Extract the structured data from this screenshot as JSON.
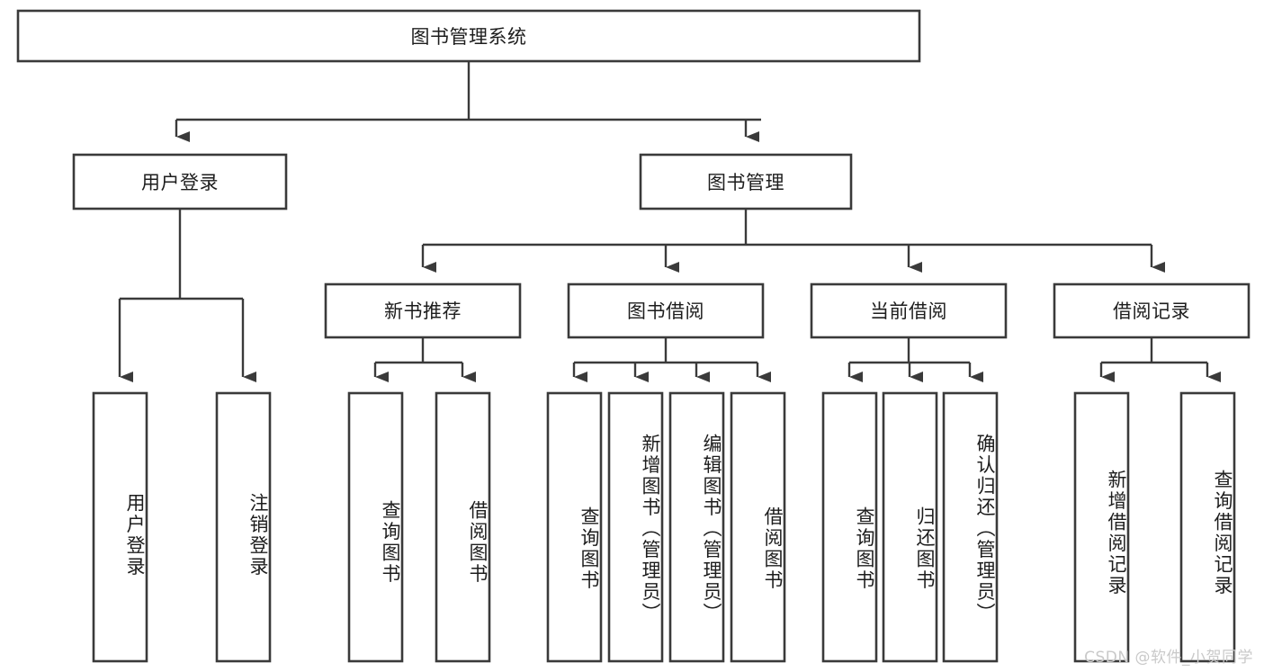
{
  "diagram": {
    "title": "图书管理系统",
    "type": "hierarchy-tree",
    "root": {
      "label": "图书管理系统"
    },
    "level2": [
      {
        "label": "用户登录"
      },
      {
        "label": "图书管理"
      }
    ],
    "level3": [
      {
        "label": "新书推荐"
      },
      {
        "label": "图书借阅"
      },
      {
        "label": "当前借阅"
      },
      {
        "label": "借阅记录"
      }
    ],
    "leaves": {
      "user_login": [
        {
          "label": "用户登录"
        },
        {
          "label": "注销登录"
        }
      ],
      "new_book_recommend": [
        {
          "label": "查询图书"
        },
        {
          "label": "借阅图书"
        }
      ],
      "book_borrow": [
        {
          "label": "查询图书"
        },
        {
          "label": "新增图书（管理员）"
        },
        {
          "label": "编辑图书（管理员）"
        },
        {
          "label": "借阅图书"
        }
      ],
      "current_borrow": [
        {
          "label": "查询图书"
        },
        {
          "label": "归还图书"
        },
        {
          "label": "确认归还（管理员）"
        }
      ],
      "borrow_record": [
        {
          "label": "新增借阅记录"
        },
        {
          "label": "查询借阅记录"
        }
      ]
    }
  },
  "watermark": {
    "text": "CSDN @软件_小贺同学"
  },
  "colors": {
    "box_stroke": "#3a3a3a",
    "box_fill": "#ffffff",
    "text": "#1d1d1d",
    "watermark": "#c9c9c9",
    "background": "#ffffff"
  }
}
